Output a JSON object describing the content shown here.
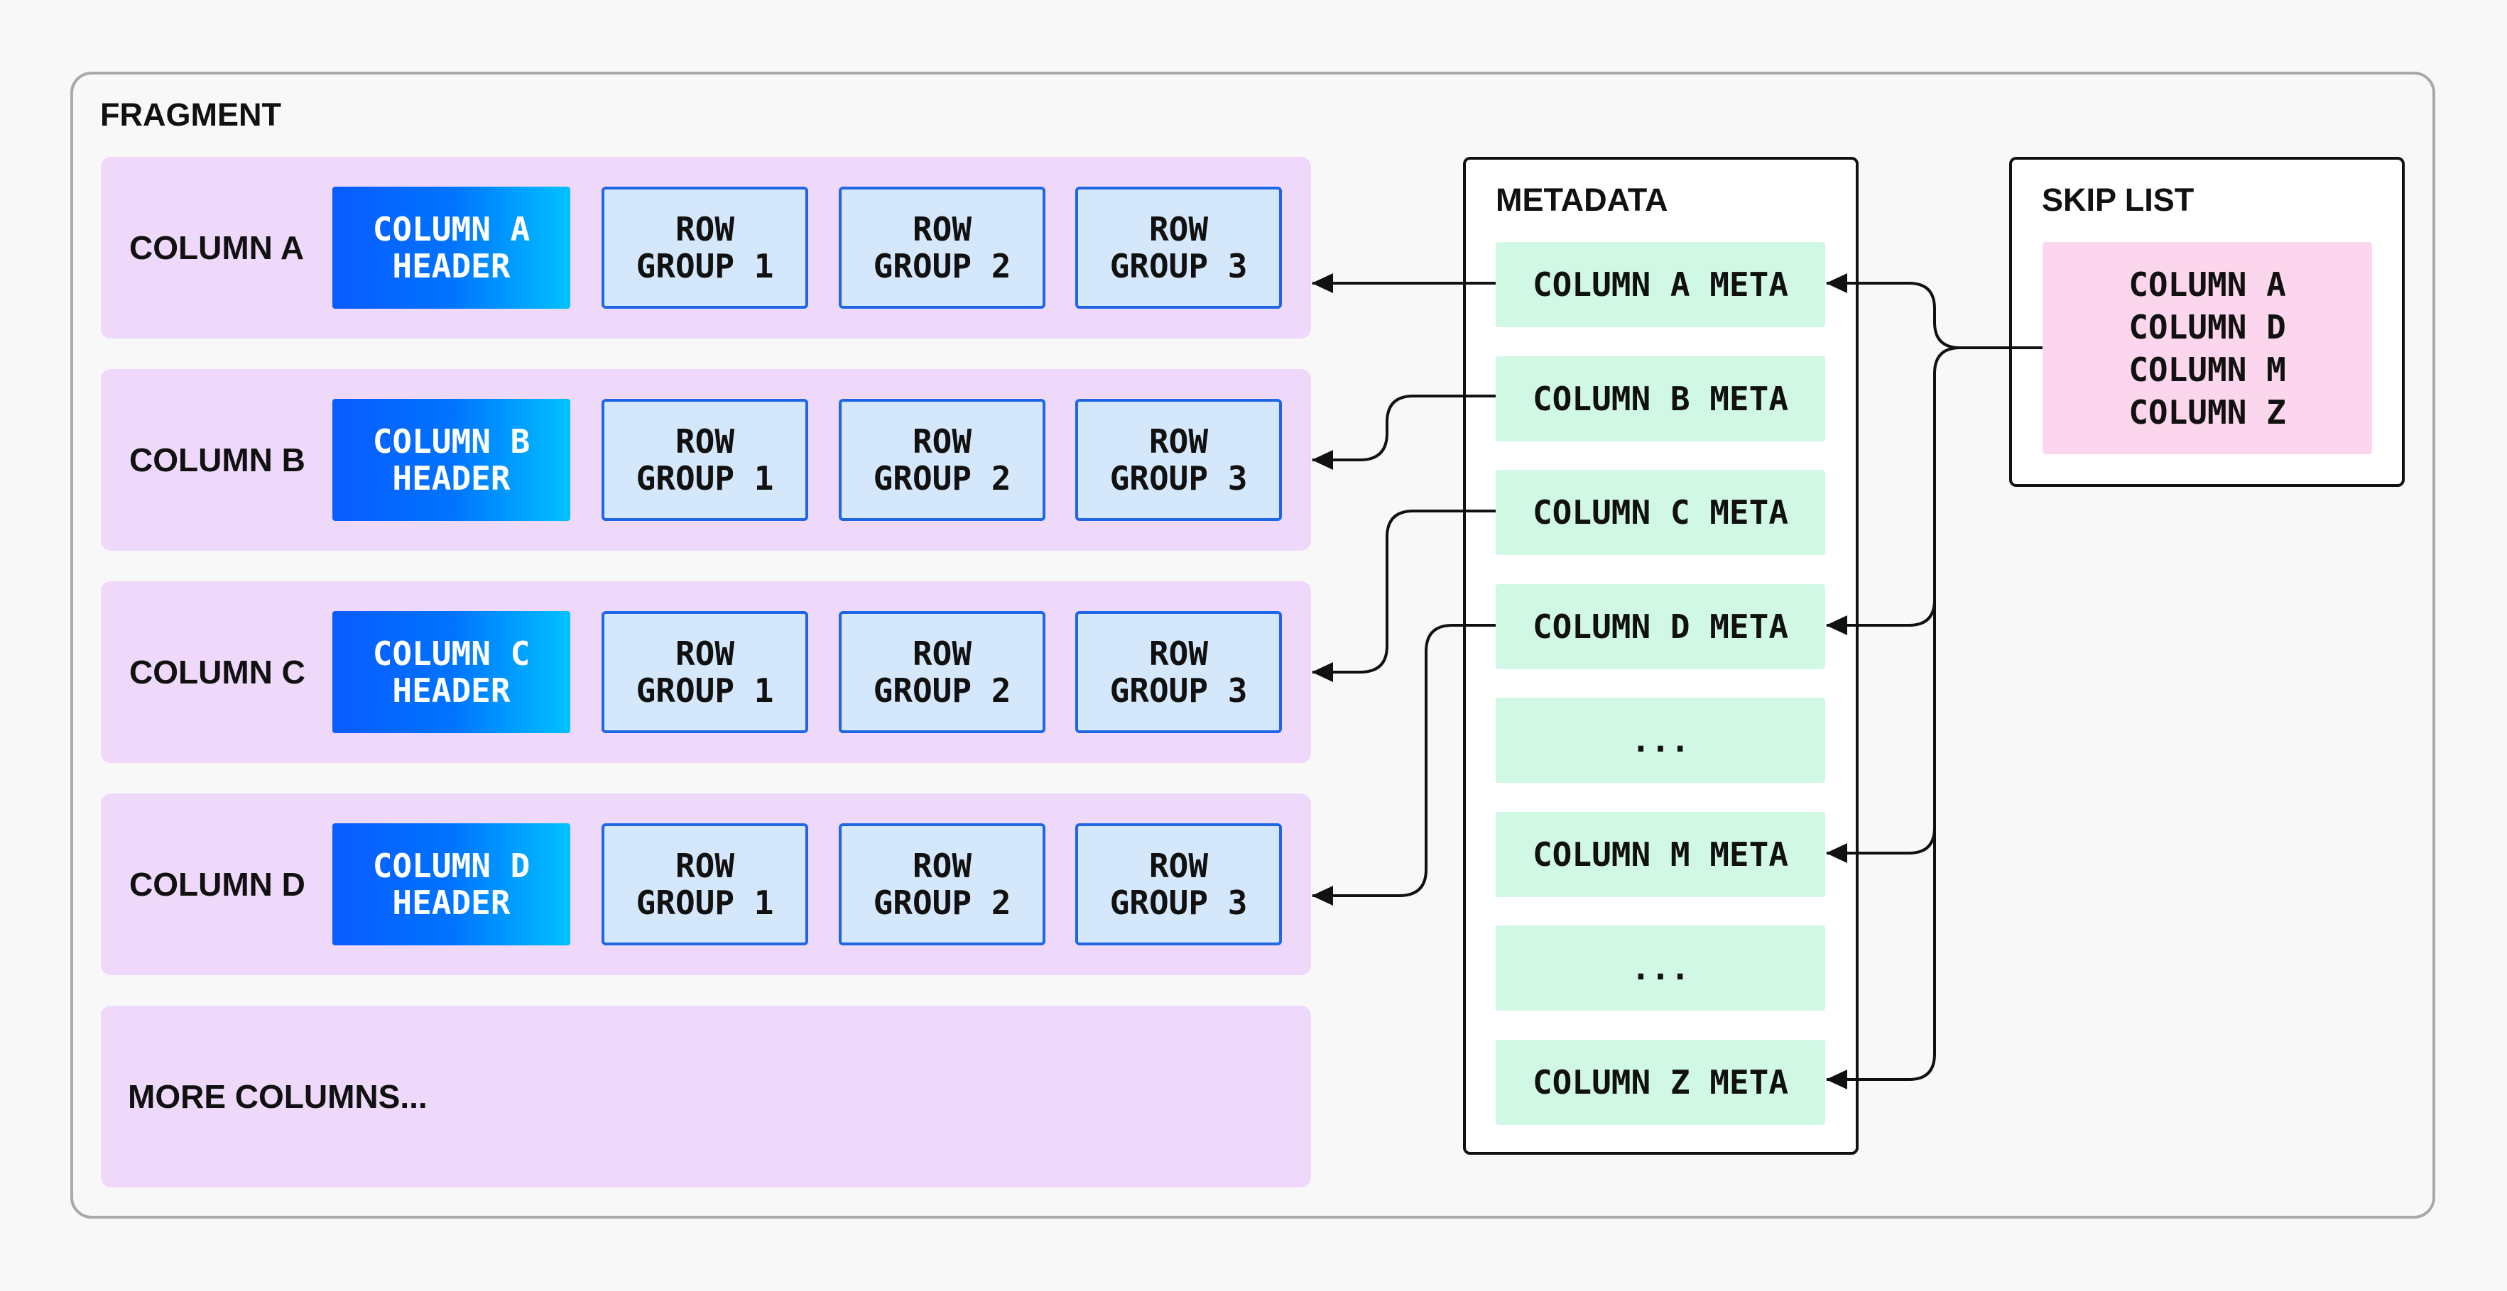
{
  "fragment": {
    "title": "FRAGMENT"
  },
  "columns": [
    {
      "label": "COLUMN A",
      "header": "COLUMN A\nHEADER",
      "row_groups": [
        "ROW\nGROUP 1",
        "ROW\nGROUP 2",
        "ROW\nGROUP 3"
      ]
    },
    {
      "label": "COLUMN B",
      "header": "COLUMN B\nHEADER",
      "row_groups": [
        "ROW\nGROUP 1",
        "ROW\nGROUP 2",
        "ROW\nGROUP 3"
      ]
    },
    {
      "label": "COLUMN C",
      "header": "COLUMN C\nHEADER",
      "row_groups": [
        "ROW\nGROUP 1",
        "ROW\nGROUP 2",
        "ROW\nGROUP 3"
      ]
    },
    {
      "label": "COLUMN D",
      "header": "COLUMN D\nHEADER",
      "row_groups": [
        "ROW\nGROUP 1",
        "ROW\nGROUP 2",
        "ROW\nGROUP 3"
      ]
    }
  ],
  "more_columns": "MORE COLUMNS...",
  "metadata": {
    "title": "METADATA",
    "items": [
      "COLUMN A META",
      "COLUMN B META",
      "COLUMN C META",
      "COLUMN D META",
      "...",
      "COLUMN M META",
      "...",
      "COLUMN Z META"
    ]
  },
  "skip_list": {
    "title": "SKIP LIST",
    "entries": [
      "COLUMN A",
      "COLUMN D",
      "COLUMN M",
      "COLUMN Z"
    ]
  },
  "colors": {
    "column_band": "#efd9fa",
    "header_gradient_start": "#0a5bff",
    "header_gradient_end": "#00c2ff",
    "row_group_fill": "#d5e8fb",
    "row_group_border": "#1f66e5",
    "meta_item": "#d1f8e5",
    "skip_box": "#fcd6ec"
  }
}
